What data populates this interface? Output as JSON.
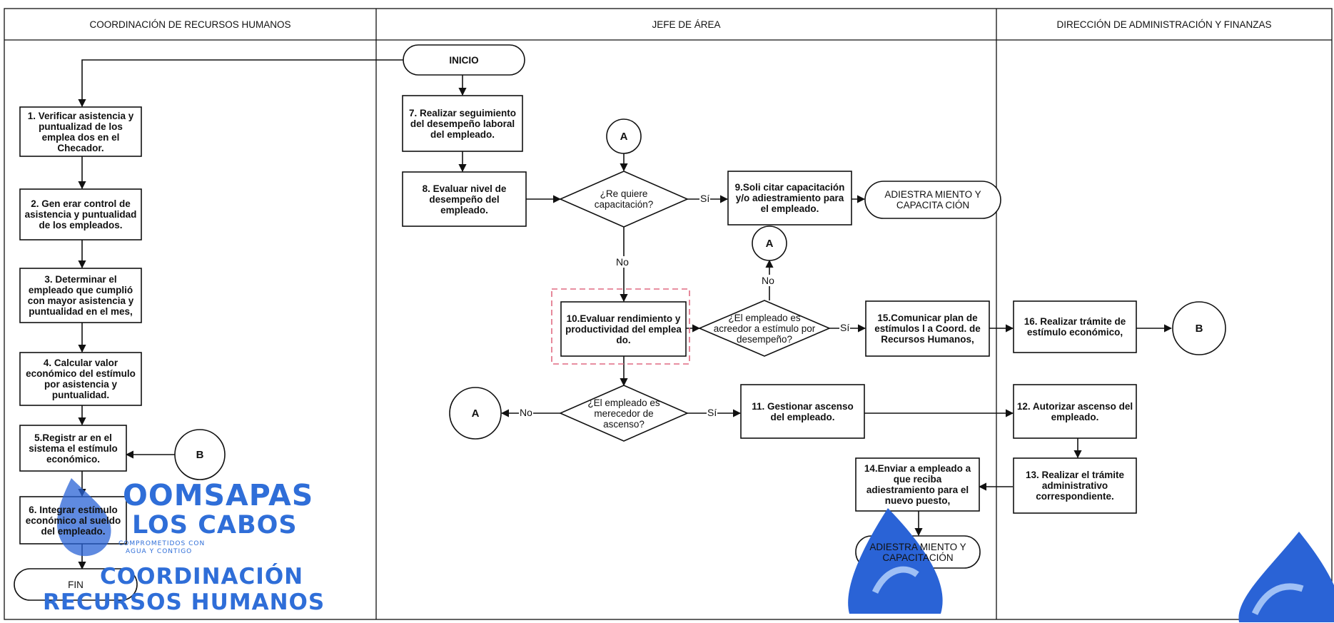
{
  "lanes": [
    "COORDINACIÓN DE RECURSOS HUMANOS",
    "JEFE DE ÁREA",
    "DIRECCIÓN DE ADMINISTRACIÓN Y FINANZAS"
  ],
  "nodes": {
    "inicio": "INICIO",
    "fin": "FIN",
    "step1": "1. Verificar asistencia y puntualizad de los emplea dos en el Checador.",
    "step2": "2. Gen erar control de asistencia y puntualidad de los empleados.",
    "step3": "3. Determinar el empleado que cumplió con mayor asistencia y puntualidad en el mes,",
    "step4": "4. Calcular valor económico del estímulo por asistencia y puntualidad.",
    "step5": "5.Registr ar en el sistema el estímulo económico.",
    "step6": "6. Integrar estímulo económico al sueldo del empleado.",
    "step7": "7. Realizar seguimiento del desempeño laboral del empleado.",
    "step8": "8. Evaluar nivel de desempeño del empleado.",
    "step9": "9.Soli citar capacitación y/o adiestramiento para el empleado.",
    "step10": "10.Evaluar rendimiento y productividad del emplea do.",
    "step11": "11. Gestionar ascenso del empleado.",
    "step12": "12. Autorizar ascenso del empleado.",
    "step13": "13. Realizar el trámite administrativo correspondiente.",
    "step14": "14.Enviar a empleado a que reciba adiestramiento para el nuevo puesto,",
    "step15": "15.Comunicar plan de estímulos l a Coord. de Recursos Humanos,",
    "step16": "16. Realizar trámite de estímulo económico,",
    "q_capacitacion": "¿Re quiere capacitación?",
    "q_estimulo": "¿El empleado es acreedor a estímulo por desempeño?",
    "q_ascenso": "¿El empleado es merecedor de ascenso?",
    "term_adiestramiento_1": "ADIESTRA MIENTO Y CAPACITA CIÓN",
    "term_adiestramiento_2": "ADIESTRA MIENTO Y CAPACITACIÓN",
    "conn_a_top": "A",
    "conn_a_mid": "A",
    "conn_a_left": "A",
    "conn_b_left": "B",
    "conn_b_right": "B"
  },
  "labels": {
    "si_capacitacion": "Sí",
    "no_capacitacion": "No",
    "si_estimulo": "Sí",
    "no_estimulo": "No",
    "si_ascenso": "Sí",
    "no_ascenso": "No"
  },
  "watermark": {
    "org_line1": "OOMSAPAS",
    "org_line2": "LOS CABOS",
    "tagline_1": "COMPROMETIDOS CON",
    "tagline_2": "AGUA Y CONTIGO",
    "dept_line1": "COORDINACIÓN",
    "dept_line2": "RECURSOS HUMANOS",
    "color": "#2f6ed8"
  },
  "colors": {
    "line": "#111111",
    "highlight_box": "#e06a82",
    "logo_blue": "#2a63d6"
  }
}
